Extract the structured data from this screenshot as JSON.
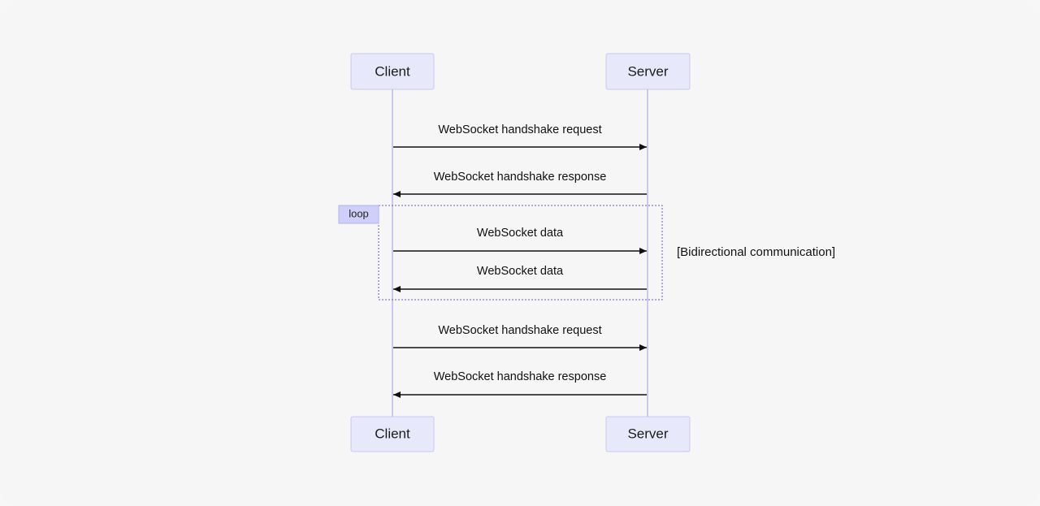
{
  "participants": [
    {
      "id": "client",
      "label": "Client"
    },
    {
      "id": "server",
      "label": "Server"
    }
  ],
  "messages": [
    {
      "from": "client",
      "to": "server",
      "label": "WebSocket handshake request"
    },
    {
      "from": "server",
      "to": "client",
      "label": "WebSocket handshake response"
    },
    {
      "from": "client",
      "to": "server",
      "label": "WebSocket data"
    },
    {
      "from": "server",
      "to": "client",
      "label": "WebSocket data"
    },
    {
      "from": "client",
      "to": "server",
      "label": "WebSocket handshake request"
    },
    {
      "from": "server",
      "to": "client",
      "label": "WebSocket handshake response"
    }
  ],
  "loop": {
    "tag": "loop",
    "condition": "[Bidirectional communication]"
  },
  "colors": {
    "actor_fill": "#e8e8fb",
    "lifeline": "#b9b9ee",
    "loop_border": "#6e59c8",
    "loop_tag": "#cfcffa"
  }
}
